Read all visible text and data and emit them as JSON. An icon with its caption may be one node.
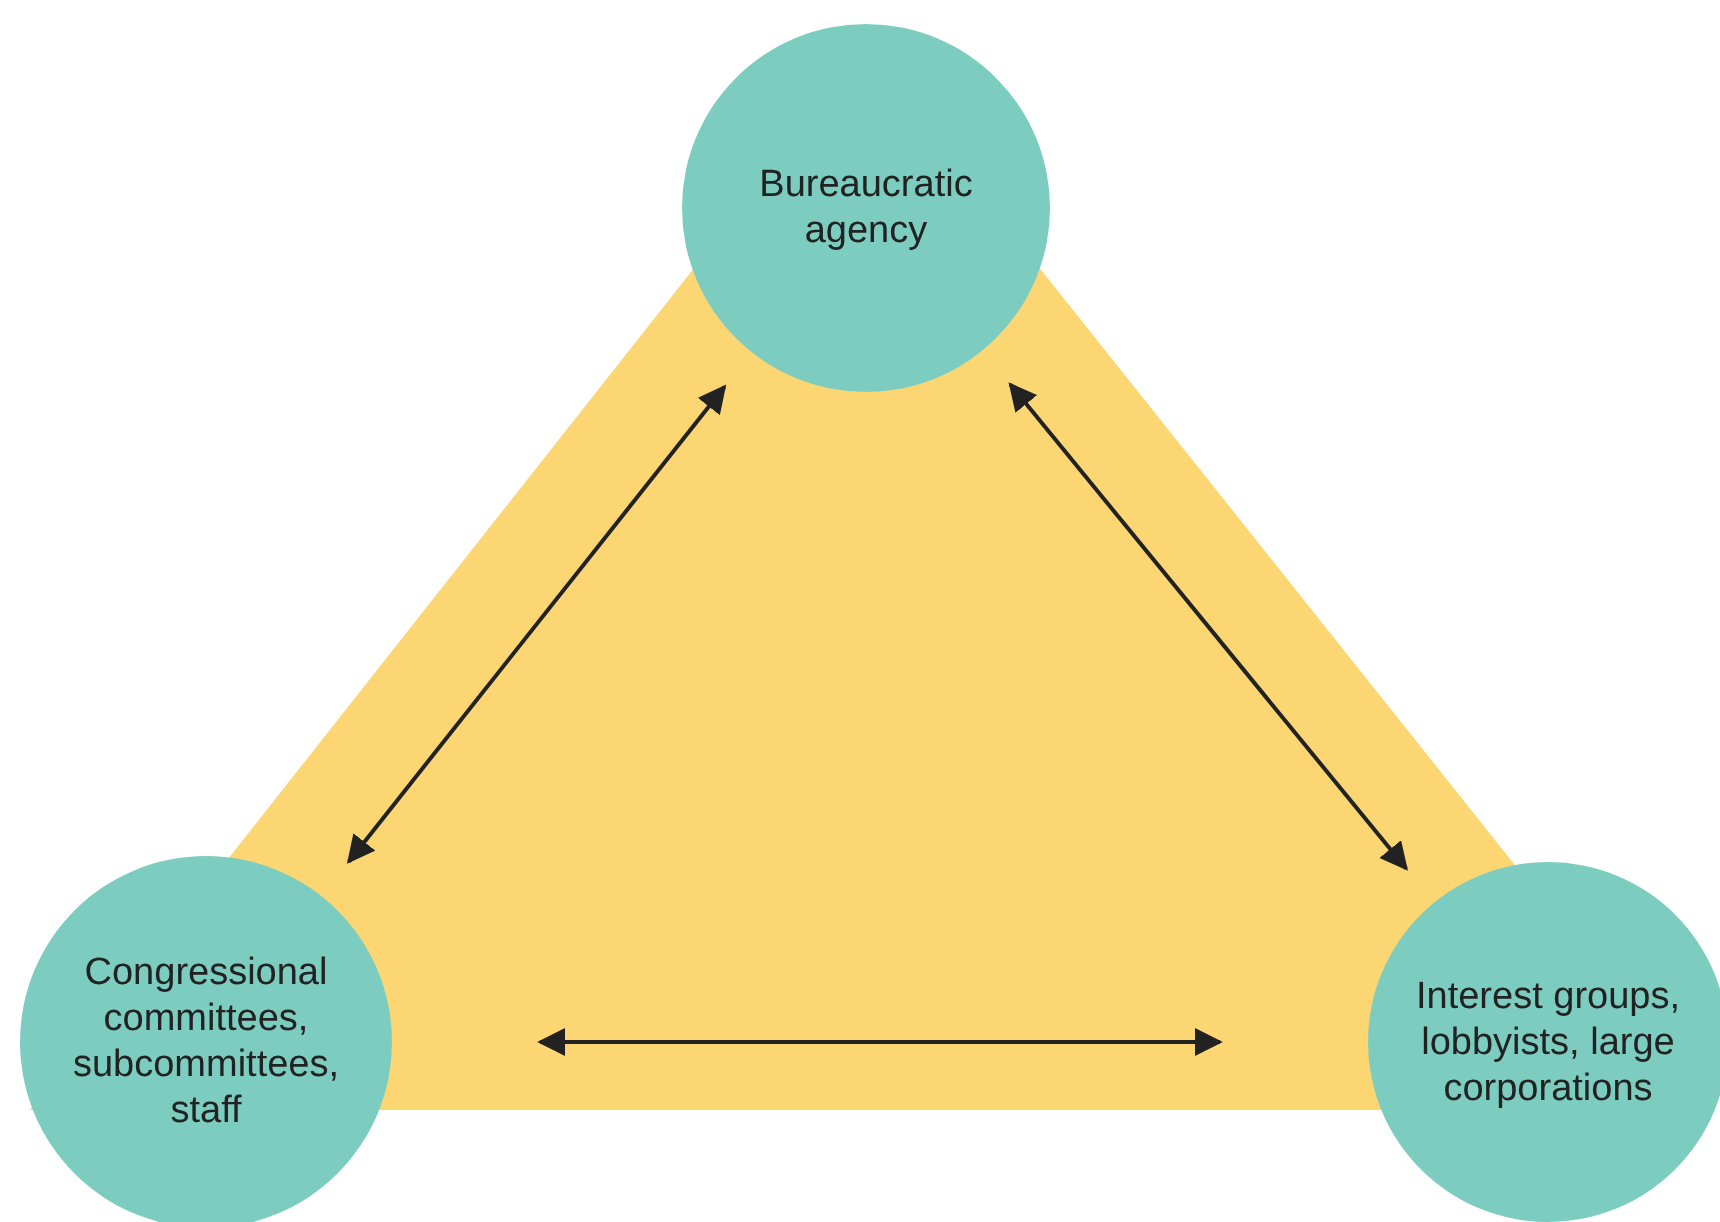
{
  "diagram": {
    "nodes": [
      {
        "text": [
          "Bureaucratic agency"
        ]
      },
      {
        "text": [
          "Congressional committees, subcommittees, staff"
        ]
      },
      {
        "text": [
          "Interest groups, lobbyists, large corporations"
        ]
      }
    ],
    "edges": [
      {
        "from": 0,
        "to": 1,
        "arrow": "both"
      },
      {
        "from": 0,
        "to": 2,
        "arrow": "both"
      },
      {
        "from": 1,
        "to": 2,
        "arrow": "both"
      }
    ]
  }
}
